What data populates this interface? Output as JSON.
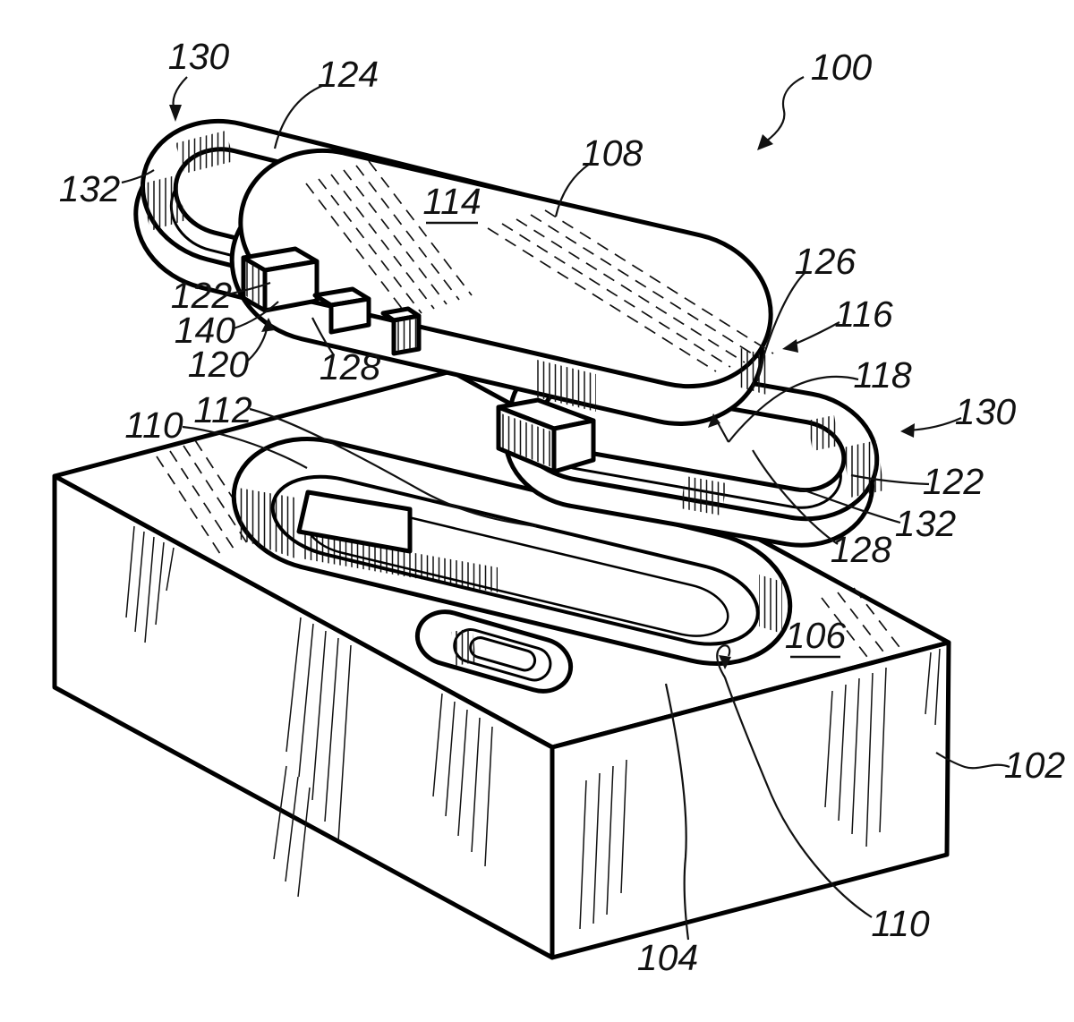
{
  "figure": {
    "background": "#ffffff",
    "line_color": "#111111",
    "description": "Patent-style exploded isometric line drawing: button plate and two stadium-shaped retaining rings above a housing block with a matching recess"
  },
  "labels": {
    "l100": "100",
    "l102": "102",
    "l104": "104",
    "l106": "106",
    "l108": "108",
    "l110_left": "110",
    "l110_bottom": "110",
    "l112": "112",
    "l114": "114",
    "l116": "116",
    "l118": "118",
    "l120": "120",
    "l122_left": "122",
    "l122_right": "122",
    "l124": "124",
    "l126": "126",
    "l128_left": "128",
    "l128_right": "128",
    "l130_top_left": "130",
    "l130_right": "130",
    "l132_left": "132",
    "l132_right": "132",
    "l140": "140"
  }
}
